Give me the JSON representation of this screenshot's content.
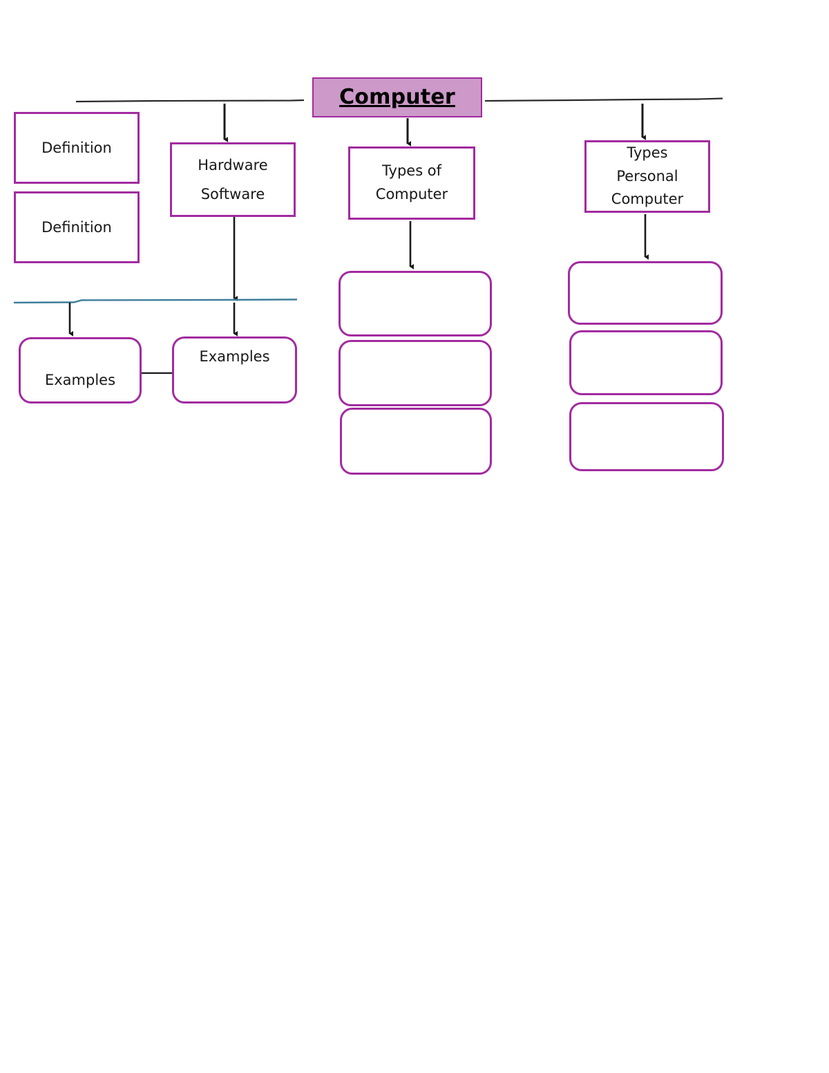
{
  "document": {
    "title": "Computer",
    "kind": "concept-map"
  },
  "root": {
    "label": "Computer"
  },
  "branches": [
    {
      "id": "definition-1",
      "shape": "rect",
      "lines": [
        "Definition"
      ]
    },
    {
      "id": "definition-2",
      "shape": "rect",
      "lines": [
        "Definition"
      ]
    },
    {
      "id": "hardware-software",
      "shape": "rect",
      "lines": [
        "Hardware",
        "Software"
      ]
    },
    {
      "id": "types-of-computer",
      "shape": "rect",
      "lines": [
        "Types of",
        "Computer"
      ]
    },
    {
      "id": "types-personal-computer",
      "shape": "rect",
      "lines": [
        "Types",
        "Personal",
        "Computer"
      ]
    },
    {
      "id": "examples-left",
      "shape": "rounded",
      "lines": [
        "Examples"
      ]
    },
    {
      "id": "examples-right",
      "shape": "rounded",
      "lines": [
        "Examples"
      ]
    }
  ],
  "empty_slots": {
    "types_of_computer": [
      "",
      "",
      ""
    ],
    "types_personal_computer": [
      "",
      "",
      ""
    ]
  },
  "colors": {
    "node_border": "#a22ba0",
    "title_fill": "#cc99c8",
    "connector_black": "#1a1a1a",
    "connector_teal": "#3e7e9c",
    "node_fill": "#ffffff",
    "text": "#181818"
  }
}
